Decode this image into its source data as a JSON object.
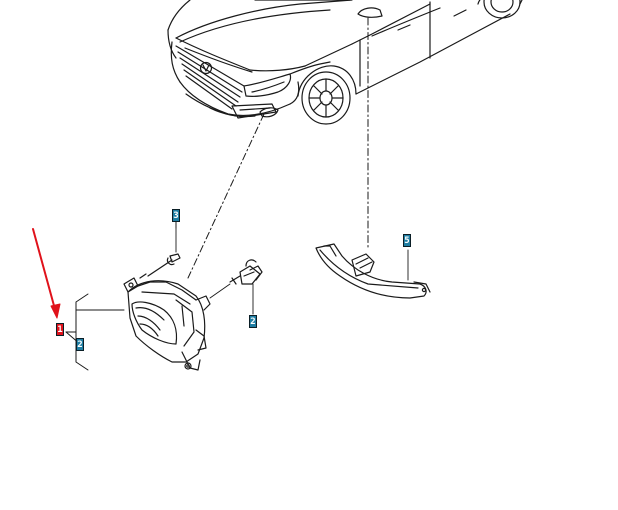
{
  "colors": {
    "callout_fill": "#1f7ea3",
    "callout_highlight": "#e0121b",
    "pointer_arrow": "#e0121b",
    "line_art": "#1a1a1a"
  },
  "callouts": {
    "item_3": "3",
    "item_5": "5",
    "item_2_bulb": "2",
    "item_1_highlighted": "1",
    "item_2_housing": "2"
  }
}
